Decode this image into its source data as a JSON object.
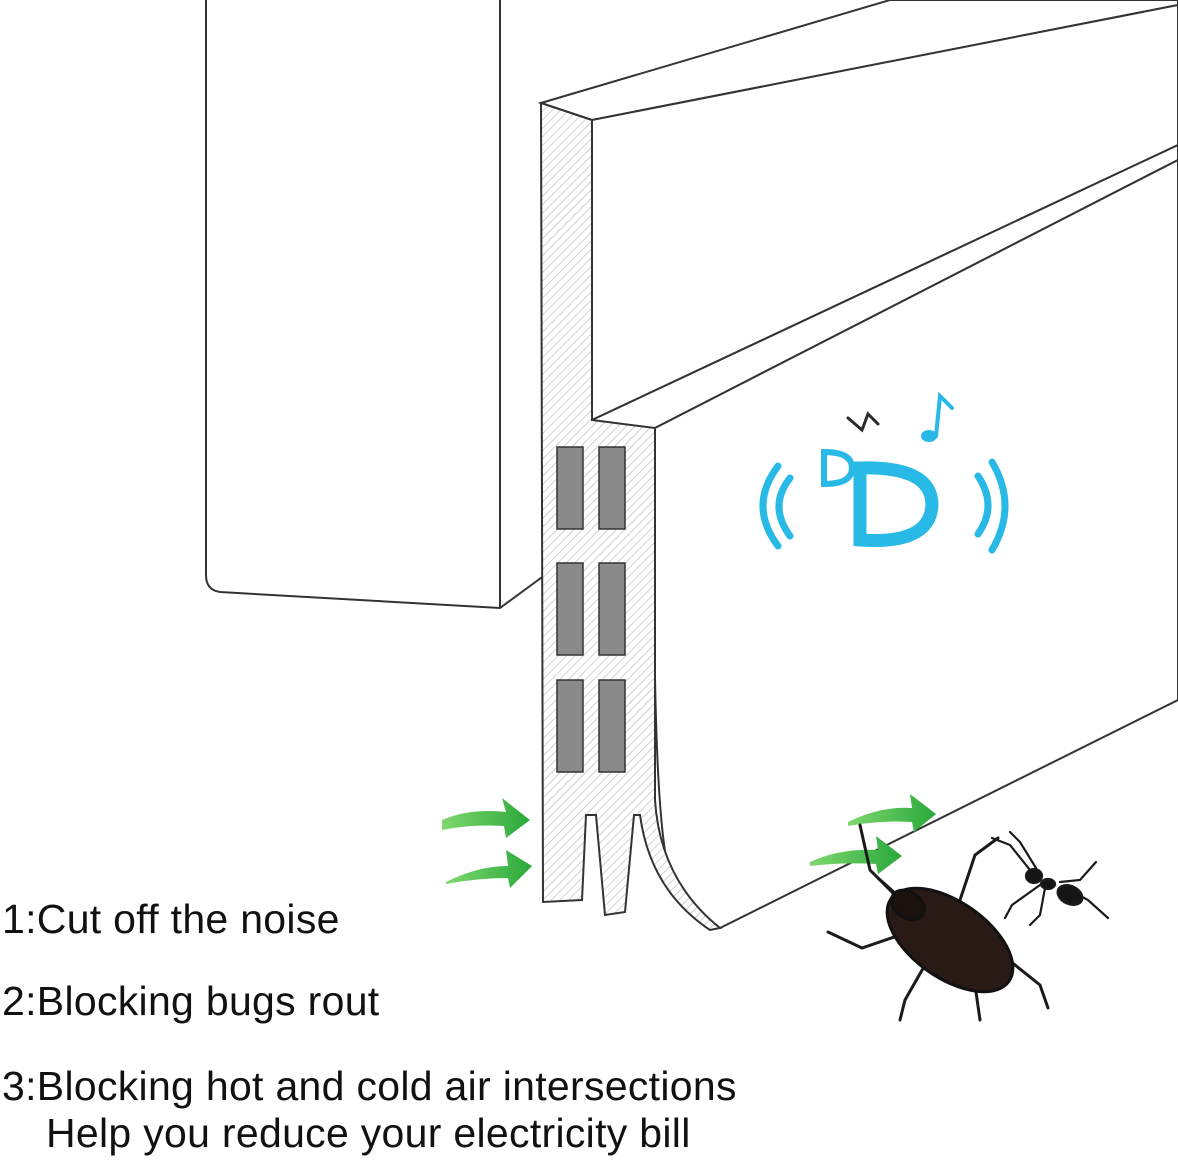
{
  "icons": [
    "door-panel-illustration",
    "door-seal-strip-illustration",
    "airflow-arrow-icon",
    "sound-wave-icon",
    "music-note-icon",
    "cockroach-icon",
    "ant-icon"
  ],
  "colors": {
    "accent_blue": "#29b9e6",
    "arrow_green": "#3dbd3d",
    "seal_gray": "#8a8a8a",
    "outline": "#333333"
  },
  "features": {
    "item1": "1:Cut off the noise",
    "item2": "2:Blocking bugs rout",
    "item3_line1": "3:Blocking hot and cold air intersections",
    "item3_line2": "Help you reduce your electricity bill"
  }
}
